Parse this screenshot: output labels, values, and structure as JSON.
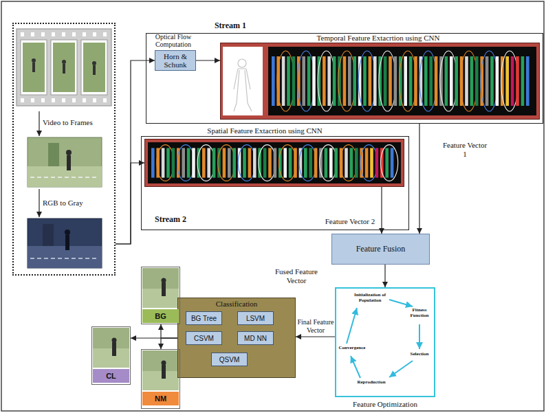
{
  "diagram": {
    "nodes": [
      {
        "text": [
          "Video to Frames",
          "RGB to Gray"
        ]
      },
      {
        "text": [
          "Stream 1"
        ]
      },
      {
        "text": [
          "Optical Flow Computation",
          "Horn & Schunk"
        ],
        "in": 1
      },
      {
        "text": [
          "Temporal Feature Extacrtion using CNN"
        ],
        "in": 1
      },
      {
        "text": [
          "Stream 2"
        ]
      },
      {
        "text": [
          "Spatial Feature Extacrtion using CNN"
        ],
        "in": 4
      },
      {
        "text": [
          "Feature Fusion"
        ]
      },
      {
        "text": [
          "Initialization of Population",
          "Fitness Function",
          "Selection",
          "Reproduction",
          "Convergence",
          "Feature Optimization"
        ]
      },
      {
        "text": [
          "Classification"
        ]
      },
      {
        "text": [
          "BG Tree"
        ],
        "in": 8
      },
      {
        "text": [
          "LSVM"
        ],
        "in": 8
      },
      {
        "text": [
          "CSVM"
        ],
        "in": 8
      },
      {
        "text": [
          "MD NN"
        ],
        "in": 8
      },
      {
        "text": [
          "QSVM"
        ],
        "in": 8
      },
      {
        "text": [
          "BG"
        ]
      },
      {
        "text": [
          "CL"
        ]
      },
      {
        "text": [
          "NM"
        ]
      }
    ],
    "edges": [
      {
        "from": 0,
        "to": 2,
        "arrow": "to"
      },
      {
        "from": 0,
        "to": 5,
        "arrow": "to"
      },
      {
        "from": 2,
        "to": 3,
        "arrow": "to"
      },
      {
        "from": 1,
        "to": 6,
        "label": "Feature Vector 1",
        "arrow": "to"
      },
      {
        "from": 5,
        "to": 6,
        "label": "Feature Vector 2",
        "arrow": "to"
      },
      {
        "from": 6,
        "to": 7,
        "label": "Fused Feature Vector",
        "arrow": "to"
      },
      {
        "from": 7,
        "to": 8,
        "label": "Final Feature Vector",
        "arrow": "to"
      },
      {
        "from": 8,
        "to": 14,
        "arrow": "to"
      },
      {
        "from": 8,
        "to": 15,
        "arrow": "to"
      },
      {
        "from": 8,
        "to": 16,
        "arrow": "to"
      }
    ]
  }
}
